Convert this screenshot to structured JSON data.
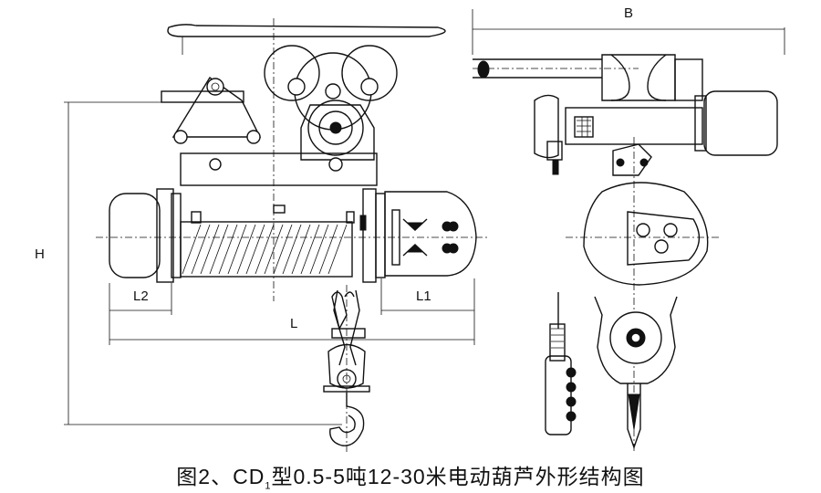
{
  "dimensions": {
    "B": "B",
    "H": "H",
    "L": "L",
    "L1": "L1",
    "L2": "L2"
  },
  "caption": {
    "pre": "图2、CD",
    "sub": "1",
    "post": "型0.5-5吨12-30米电动葫芦外形结构图"
  }
}
